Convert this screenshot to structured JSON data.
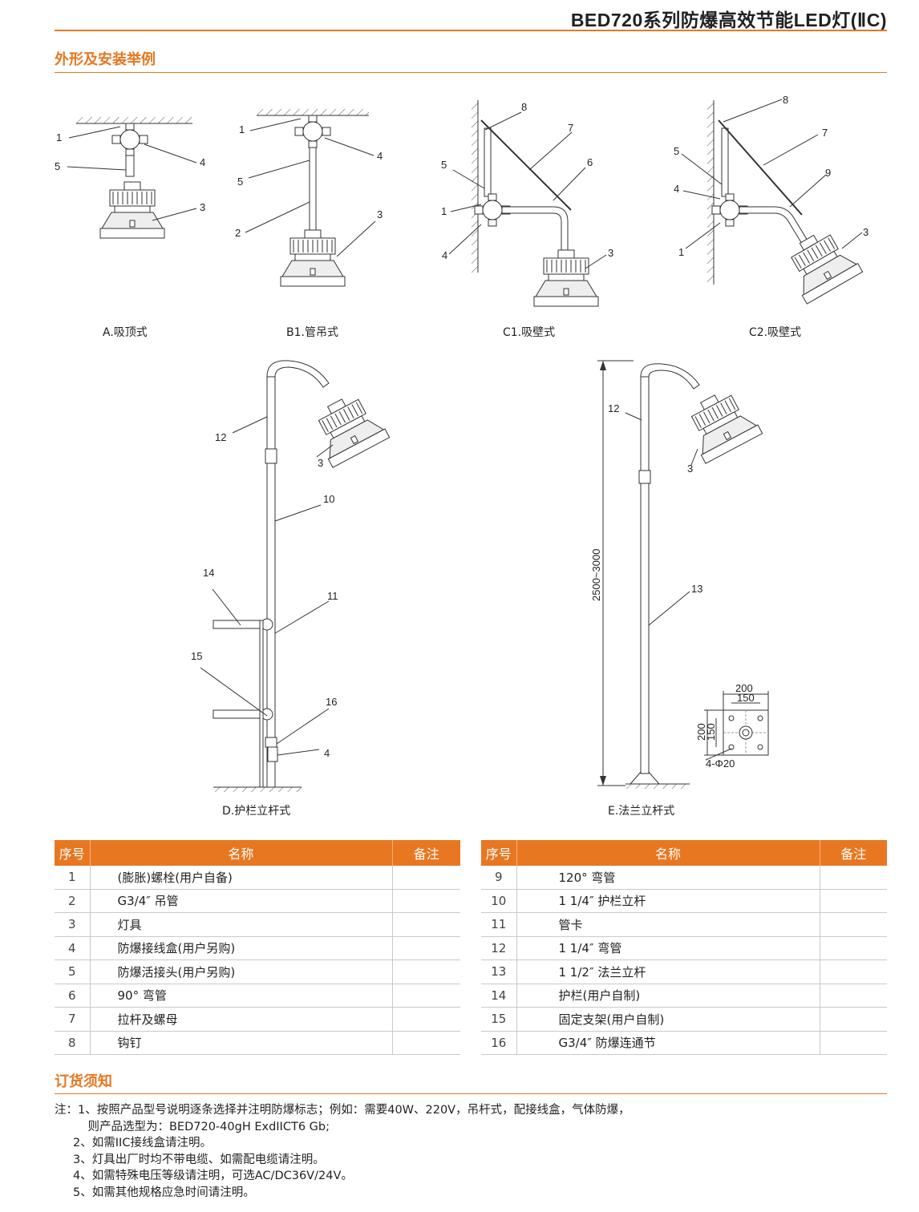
{
  "header": {
    "title": "BED720系列防爆高效节能LED灯(ⅡC)"
  },
  "section1": {
    "title": "外形及安装举例"
  },
  "captions": {
    "a": "A.吸顶式",
    "b1": "B1.管吊式",
    "c1": "C1.吸壁式",
    "c2": "C2.吸壁式",
    "d": "D.护栏立杆式",
    "e": "E.法兰立杆式"
  },
  "dimensions": {
    "height": "2500~3000",
    "w200": "200",
    "w150": "150",
    "h200": "200",
    "h150": "150",
    "holes": "4-Φ20"
  },
  "table_left": {
    "headers": [
      "序号",
      "名称",
      "备注"
    ],
    "rows": [
      {
        "no": "1",
        "name": "(膨胀)螺栓(用户自备)",
        "note": ""
      },
      {
        "no": "2",
        "name": "G3/4″  吊管",
        "note": ""
      },
      {
        "no": "3",
        "name": "灯具",
        "note": ""
      },
      {
        "no": "4",
        "name": "防爆接线盒(用户另购)",
        "note": ""
      },
      {
        "no": "5",
        "name": "防爆活接头(用户另购)",
        "note": ""
      },
      {
        "no": "6",
        "name": "90°  弯管",
        "note": ""
      },
      {
        "no": "7",
        "name": "拉杆及螺母",
        "note": ""
      },
      {
        "no": "8",
        "name": "钩钉",
        "note": ""
      }
    ]
  },
  "table_right": {
    "headers": [
      "序号",
      "名称",
      "备注"
    ],
    "rows": [
      {
        "no": "9",
        "name": "120°  弯管",
        "note": ""
      },
      {
        "no": "10",
        "name": "1 1/4″  护栏立杆",
        "note": ""
      },
      {
        "no": "11",
        "name": "管卡",
        "note": ""
      },
      {
        "no": "12",
        "name": "1 1/4″  弯管",
        "note": ""
      },
      {
        "no": "13",
        "name": "1 1/2″  法兰立杆",
        "note": ""
      },
      {
        "no": "14",
        "name": "护栏(用户自制)",
        "note": ""
      },
      {
        "no": "15",
        "name": "固定支架(用户自制)",
        "note": ""
      },
      {
        "no": "16",
        "name": "G3/4″  防爆连通节",
        "note": ""
      }
    ]
  },
  "section2": {
    "title": "订货须知"
  },
  "notes": [
    "注：1、按照产品型号说明逐条选择并注明防爆标志；例如：需要40W、220V，吊杆式，配接线盒，气体防爆，",
    "         则产品选型为：BED720-40gH ExdIICT6 Gb;",
    "     2、如需IIC接线盒请注明。",
    "     3、灯具出厂时均不带电缆、如需配电缆请注明。",
    "     4、如需特殊电压等级请注明，可选AC/DC36V/24V。",
    "     5、如需其他规格应急时间请注明。"
  ],
  "colors": {
    "accent": "#e87722",
    "text": "#231f20"
  }
}
